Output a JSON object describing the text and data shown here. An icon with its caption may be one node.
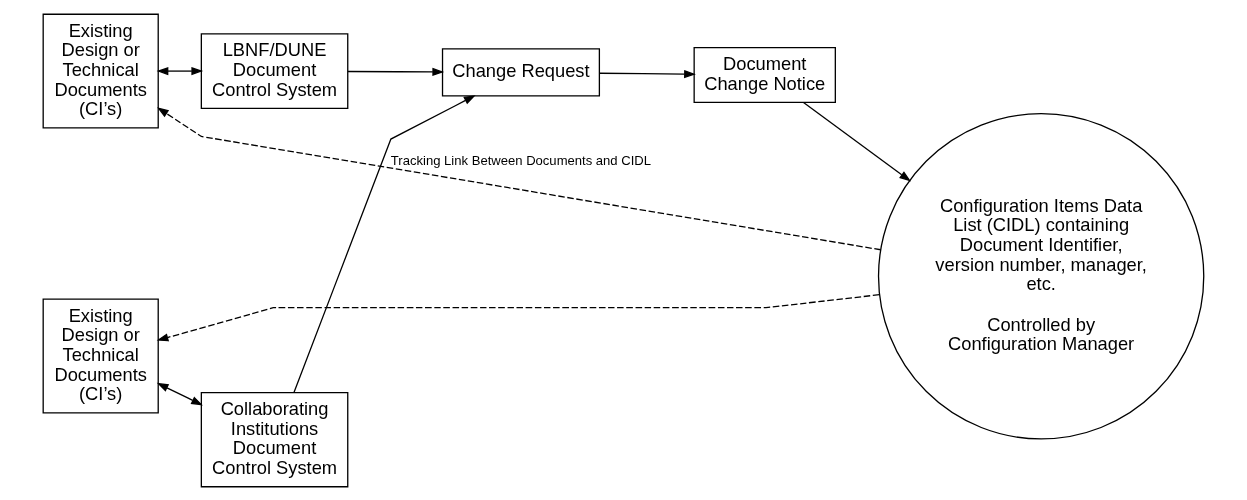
{
  "diagram": {
    "nodes": [
      {
        "text": [
          "Existing Design or Technical Documents (CI’s)"
        ]
      },
      {
        "text": [
          "LBNF/DUNE Document Control System"
        ]
      },
      {
        "text": [
          "Change Request"
        ]
      },
      {
        "text": [
          "Document Change Notice"
        ]
      },
      {
        "text": [
          "Configuration Items Data List (CIDL) containing Document Identifier, version number, manager, etc.",
          "Controlled by Configuration Manager"
        ]
      },
      {
        "text": [
          "Existing Design or Technical Documents (CI’s)"
        ]
      },
      {
        "text": [
          "Collaborating Institutions Document Control System"
        ]
      }
    ],
    "edges": [
      {
        "from": 0,
        "to": 1,
        "arrow": "both"
      },
      {
        "from": 1,
        "to": 2,
        "arrow": "to"
      },
      {
        "from": 5,
        "to": 6,
        "arrow": "both"
      },
      {
        "from": 6,
        "to": 2,
        "arrow": "to"
      },
      {
        "from": 2,
        "to": 3,
        "arrow": "to"
      },
      {
        "from": 3,
        "to": 4,
        "arrow": "to"
      },
      {
        "from": 4,
        "to": 0,
        "arrow": "to",
        "style": "dashed",
        "label": "Tracking Link Between Documents and CIDL"
      },
      {
        "from": 4,
        "to": 5,
        "arrow": "to",
        "style": "dashed"
      }
    ]
  }
}
